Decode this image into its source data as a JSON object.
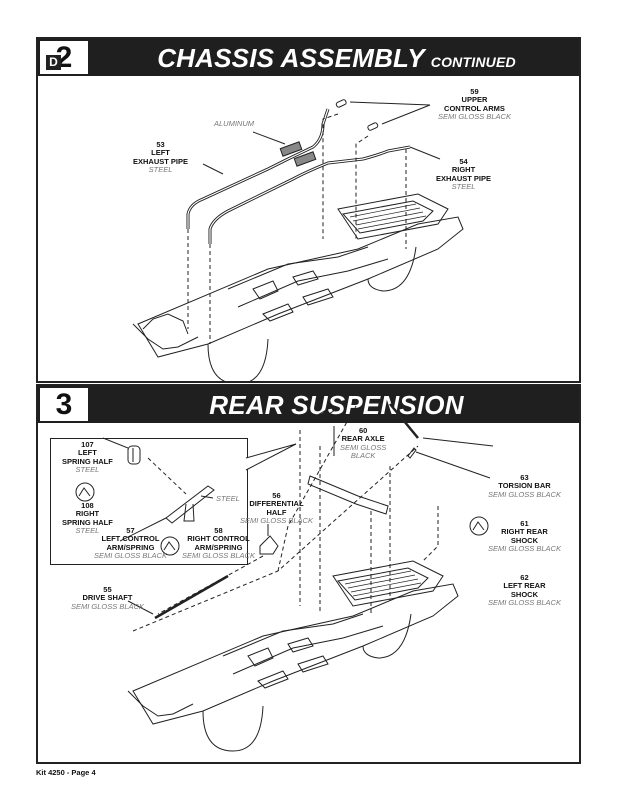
{
  "page": {
    "footer": "Kit 4250 - Page 4"
  },
  "step2": {
    "number": "2",
    "title": "CHASSIS ASSEMBLY",
    "title_suffix": "CONTINUED",
    "sub_step": "D",
    "labels": {
      "aluminum": "ALUMINUM",
      "left_exhaust": {
        "num": "53",
        "line1": "LEFT",
        "line2": "EXHAUST PIPE",
        "finish": "STEEL"
      },
      "upper_arms": {
        "num": "59",
        "line1": "UPPER",
        "line2": "CONTROL ARMS",
        "finish": "SEMI GLOSS BLACK"
      },
      "right_exhaust": {
        "num": "54",
        "line1": "RIGHT",
        "line2": "EXHAUST PIPE",
        "finish": "STEEL"
      }
    }
  },
  "step3": {
    "number": "3",
    "title": "REAR SUSPENSION",
    "labels": {
      "left_spring": {
        "num": "107",
        "line1": "LEFT",
        "line2": "SPRING HALF",
        "finish": "STEEL"
      },
      "right_spring": {
        "num": "108",
        "line1": "RIGHT",
        "line2": "SPRING HALF",
        "finish": "STEEL"
      },
      "steel": "STEEL",
      "left_arm": {
        "num": "57",
        "line1": "LEFT CONTROL",
        "line2": "ARM/SPRING",
        "finish": "SEMI GLOSS BLACK"
      },
      "right_arm": {
        "num": "58",
        "line1": "RIGHT CONTROL",
        "line2": "ARM/SPRING",
        "finish": "SEMI GLOSS BLACK"
      },
      "diff_half": {
        "num": "56",
        "line1": "DIFFERENTIAL",
        "line2": "HALF",
        "finish": "SEMI GLOSS BLACK"
      },
      "rear_axle": {
        "num": "60",
        "line1": "REAR AXLE",
        "finish1": "SEMI GLOSS",
        "finish2": "BLACK"
      },
      "torsion_bar": {
        "num": "63",
        "line1": "TORSION BAR",
        "finish": "SEMI GLOSS BLACK"
      },
      "right_shock": {
        "num": "61",
        "line1": "RIGHT REAR",
        "line2": "SHOCK",
        "finish": "SEMI GLOSS BLACK"
      },
      "left_shock": {
        "num": "62",
        "line1": "LEFT REAR",
        "line2": "SHOCK",
        "finish": "SEMI GLOSS BLACK"
      },
      "drive_shaft": {
        "num": "55",
        "line1": "DRIVE SHAFT",
        "finish": "SEMI GLOSS BLACK"
      }
    }
  }
}
